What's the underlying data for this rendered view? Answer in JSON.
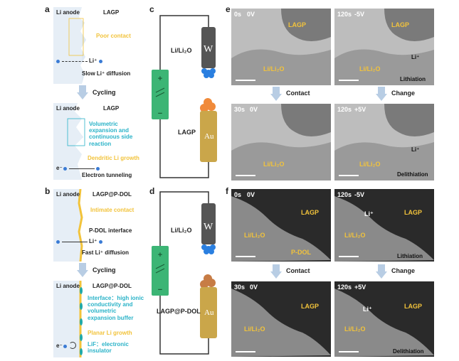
{
  "panels": {
    "a": "a",
    "b": "b",
    "c": "c",
    "d": "d",
    "e": "e",
    "f": "f"
  },
  "a_top": {
    "li_anode": "Li anode",
    "lagp": "LAGP",
    "poor_contact": "Poor contact",
    "li_ion": "Li⁺",
    "slow_diffusion": "Slow Li⁺ diffusion"
  },
  "a_cycling": "Cycling",
  "a_bottom": {
    "li_anode": "Li anode",
    "lagp": "LAGP",
    "volumetric": "Volumetric expansion and continuous side reaction",
    "dendritic": "Dendritic Li growth",
    "electron": "e⁻",
    "tunneling": "Electron tunneling"
  },
  "b_top": {
    "li_anode": "Li anode",
    "lagp": "LAGP@P-DOL",
    "intimate": "Intimate contact",
    "interface": "P-DOL interface",
    "li_ion": "Li⁺",
    "fast_diffusion": "Fast Li⁺ diffusion"
  },
  "b_cycling": "Cycling",
  "b_bottom": {
    "li_anode": "Li anode",
    "lagp": "LAGP@P-DOL",
    "interface_desc": "Interface：high ionic conductivity and volumetric expansion buffer",
    "planar": "Planar Li growth",
    "electron": "e⁻",
    "lif": "LiF：electronic insulator"
  },
  "c": {
    "top_label": "Li/Li₂O",
    "w": "W",
    "bottom_label": "LAGP",
    "au": "Au"
  },
  "d": {
    "top_label": "Li/Li₂O",
    "w": "W",
    "bottom_label": "LAGP@P-DOL",
    "au": "Au"
  },
  "e": {
    "tl_time": "0s",
    "tl_volt": "0V",
    "tr_time": "120s",
    "tr_volt": "-5V",
    "bl_time": "30s",
    "bl_volt": "0V",
    "br_time": "120s",
    "br_volt": "+5V",
    "lagp": "LAGP",
    "li2o": "Li/Li₂O",
    "li_ion": "Li⁺",
    "lithiation": "Lithiation",
    "delithiation": "Delithiation",
    "contact": "Contact",
    "change": "Change"
  },
  "f": {
    "tl_time": "0s",
    "tl_volt": "0V",
    "tr_time": "120s",
    "tr_volt": "-5V",
    "bl_time": "30s",
    "bl_volt": "0V",
    "br_time": "120s",
    "br_volt": "+5V",
    "lagp": "LAGP",
    "li2o": "Li/Li₂O",
    "pdol": "P-DOL",
    "li_ion": "Li⁺",
    "lithiation": "Lithiation",
    "delithiation": "Delithiation",
    "contact": "Contact",
    "change": "Change"
  },
  "colors": {
    "card": "#dfe9f3",
    "yellow": "#f2c33b",
    "cyan": "#2bb3c8",
    "battery": "#3cb575",
    "gold": "#caa64a"
  }
}
